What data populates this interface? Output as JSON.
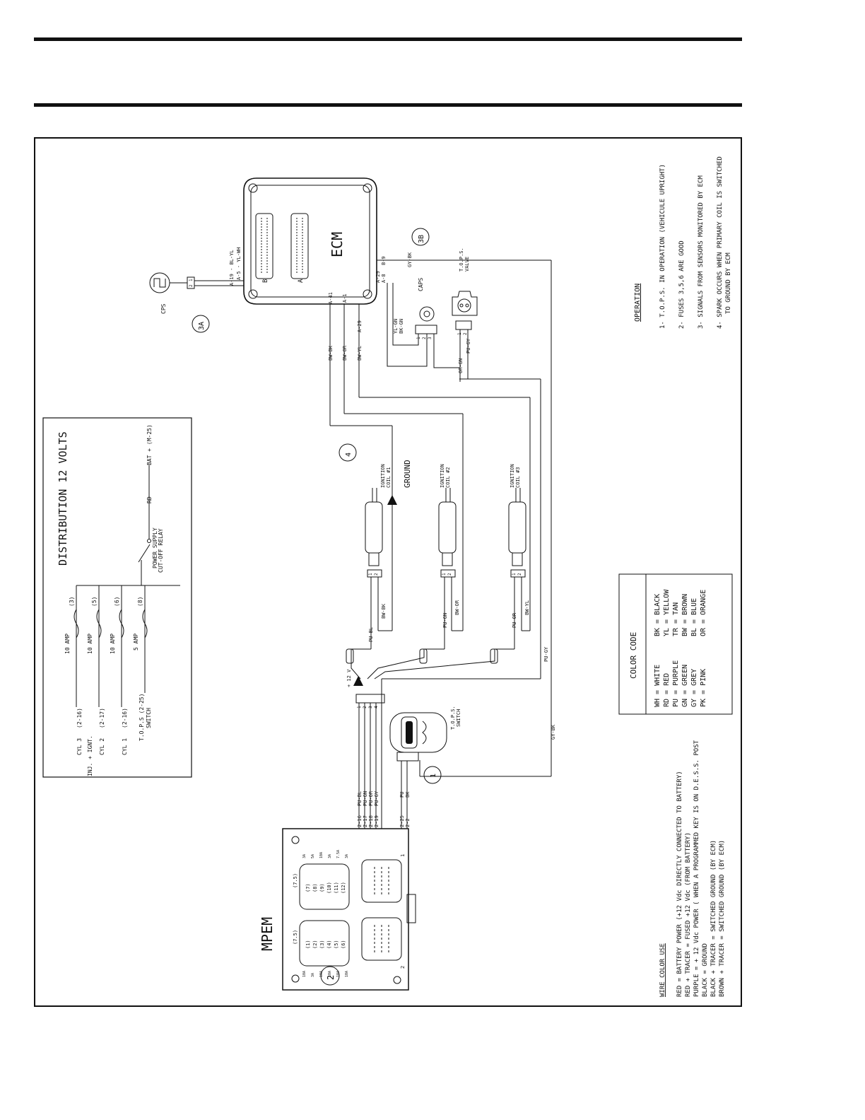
{
  "distribution": {
    "title": "DISTRIBUTION 12 VOLTS",
    "inj_ignt": "INJ. + IGNT.",
    "circuits": [
      {
        "name": "CYL 3",
        "pin": "(2-16)",
        "fuse": "10 AMP",
        "num": "(3)"
      },
      {
        "name": "CYL 2",
        "pin": "(2-17)",
        "fuse": "10 AMP",
        "num": "(5)"
      },
      {
        "name": "CYL 1",
        "pin": "(2-16)",
        "fuse": "10 AMP",
        "num": "(6)"
      },
      {
        "name": "T.O.P.S (2-25)",
        "sub": "SWITCH",
        "fuse": "5 AMP",
        "num": "(8)"
      }
    ],
    "relay_1": "POWER SUPPLY",
    "relay_2": "CUT-OFF RELAY",
    "wire": "RD",
    "bat": "BAT + (M-25)"
  },
  "ecm": {
    "label": "ECM",
    "conn_a": "A",
    "conn_b": "B",
    "pins": [
      "A-41",
      "A-1",
      "A-29"
    ],
    "wires": [
      "BW-BK",
      "BW-OR",
      "BW-YL"
    ],
    "cps_pins": [
      "A-5 - YL-WH",
      "A-19 - BL-YL"
    ],
    "caps_pins": [
      "A-29",
      "A-8"
    ],
    "b9": "B-9",
    "gy_bk": "GY-BK",
    "ref_3b": "3B",
    "cps_conn": [
      "1",
      "2"
    ]
  },
  "cps": {
    "label": "CPS",
    "ref": "3A"
  },
  "caps": {
    "label": "CAPS",
    "wires": [
      "YL-GN",
      "BK-GN"
    ],
    "pins": [
      "1",
      "2",
      "3"
    ]
  },
  "tops_valve": {
    "label_1": "T.O.P.S.",
    "label_2": "VALVE",
    "wire_pu_gy": "PU-GY",
    "wire_or_gn": "OR-GN",
    "pins": [
      "1",
      "2"
    ]
  },
  "coils": [
    {
      "label_1": "IGNITION",
      "label_2": "COIL #1",
      "wire_bw": "BW-BK",
      "wire_pu": "PU-BL",
      "pins": [
        "1",
        "2"
      ]
    },
    {
      "label_1": "IGNITION",
      "label_2": "COIL #2",
      "wire_bw": "BW-OR",
      "wire_pu": "PU-GN",
      "pins": [
        "1",
        "2"
      ]
    },
    {
      "label_1": "IGNITION",
      "label_2": "COIL #3",
      "wire_bw": "BW-YL",
      "wire_pu": "PU-OR",
      "pins": [
        "1",
        "2"
      ]
    }
  ],
  "ground": "GROUND",
  "ref_4": "4",
  "plus12": "+ 12 V",
  "conn_pins": [
    "1",
    "2",
    "3",
    "4"
  ],
  "pu_gy": "PU-GY",
  "gy_bk": "GY-BK",
  "tops_switch": {
    "label_1": "T.O.P.S.",
    "label_2": "SWITCH",
    "ref": "1"
  },
  "mpem": {
    "label": "MPEM",
    "ref": "2",
    "pins": [
      "2-16",
      "2-17",
      "2-18",
      "2-19",
      "2-25",
      "2-2"
    ],
    "wires": [
      "PU-BL",
      "PU-GN",
      "PU-OR",
      "PU-GY",
      "PU",
      "BK"
    ],
    "fuse_labels_a": [
      "(1)",
      "(2)",
      "(3)",
      "(4)",
      "(5)",
      "(6)"
    ],
    "fuse_labels_b": [
      "(7)",
      "(8)",
      "(9)",
      "(10)",
      "(11)",
      "(12)"
    ],
    "fuse_amps_a": [
      "10A",
      "3A",
      "10A",
      "10A",
      "10A",
      "10A"
    ],
    "fuse_amps_b": [
      "3A",
      "5A",
      "10A",
      "3A",
      "7.5A",
      "3A"
    ],
    "bank_a": "(7.5)",
    "bank_b": "(7.5)",
    "conn_1": "1",
    "conn_2": "2"
  },
  "color_code": {
    "title": "COLOR CODE",
    "left": [
      "WH = WHITE",
      "RD = RED",
      "PU = PURPLE",
      "GN = GREEN",
      "GY = GREY",
      "PK = PINK"
    ],
    "right": [
      "BK = BLACK",
      "YL = YELLOW",
      "TR = TAN",
      "BW = BROWN",
      "BL = BLUE",
      "OR = ORANGE"
    ]
  },
  "operation": {
    "title": "OPERATION",
    "items": [
      "1- T.O.P.S. IN OPERATION (VEHICULE UPRIGHT)",
      "2- FUSES 3,5,6 ARE GOOD",
      "3- SIGNALS FROM SENSORS MONITORED BY ECM",
      "4- SPARK OCCURS WHEN PRIMARY COIL IS SWITCHED",
      "TO GROUND BY ECM"
    ]
  },
  "wire_use": {
    "title": "WIRE COLOR USE",
    "items": [
      "RED = BATTERY POWER (+12 Vdc DIRECTLY CONNECTED TO BATTERY)",
      "RED + TRACER = FUSED +12 Vdc (FROM BATTERY)",
      "PURPLE = + 12 Vdc POWER ( WHEN A PROGRAMMED KEY IS ON D.E.S.S. POST",
      "BLACK = GROUND",
      "BLACK + TRACER = SWITCHED GROUND (BY ECM)",
      "BROWN + TRACER = SWITCHED GROUND (BY ECM)"
    ]
  }
}
